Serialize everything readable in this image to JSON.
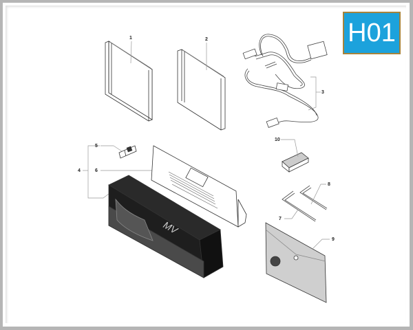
{
  "page": {
    "section_code": "H01",
    "badge_color": "#1ca2dc",
    "badge_border_color": "#a6833a",
    "frame_color": "#b5b5b5"
  },
  "callouts": [
    {
      "id": "1",
      "label": "1",
      "part": "manual-1"
    },
    {
      "id": "2",
      "label": "2",
      "part": "manual-2"
    },
    {
      "id": "3",
      "label": "3",
      "part": "battery-charger-cable"
    },
    {
      "id": "4",
      "label": "4",
      "part": "documentation-kit"
    },
    {
      "id": "5",
      "label": "5",
      "part": "key-tag"
    },
    {
      "id": "6",
      "label": "6",
      "part": "info-card"
    },
    {
      "id": "7",
      "label": "7",
      "part": "allen-key-small"
    },
    {
      "id": "8",
      "label": "8",
      "part": "allen-key-large"
    },
    {
      "id": "9",
      "label": "9",
      "part": "document-envelope"
    },
    {
      "id": "10",
      "label": "10",
      "part": "clip-connector"
    }
  ]
}
